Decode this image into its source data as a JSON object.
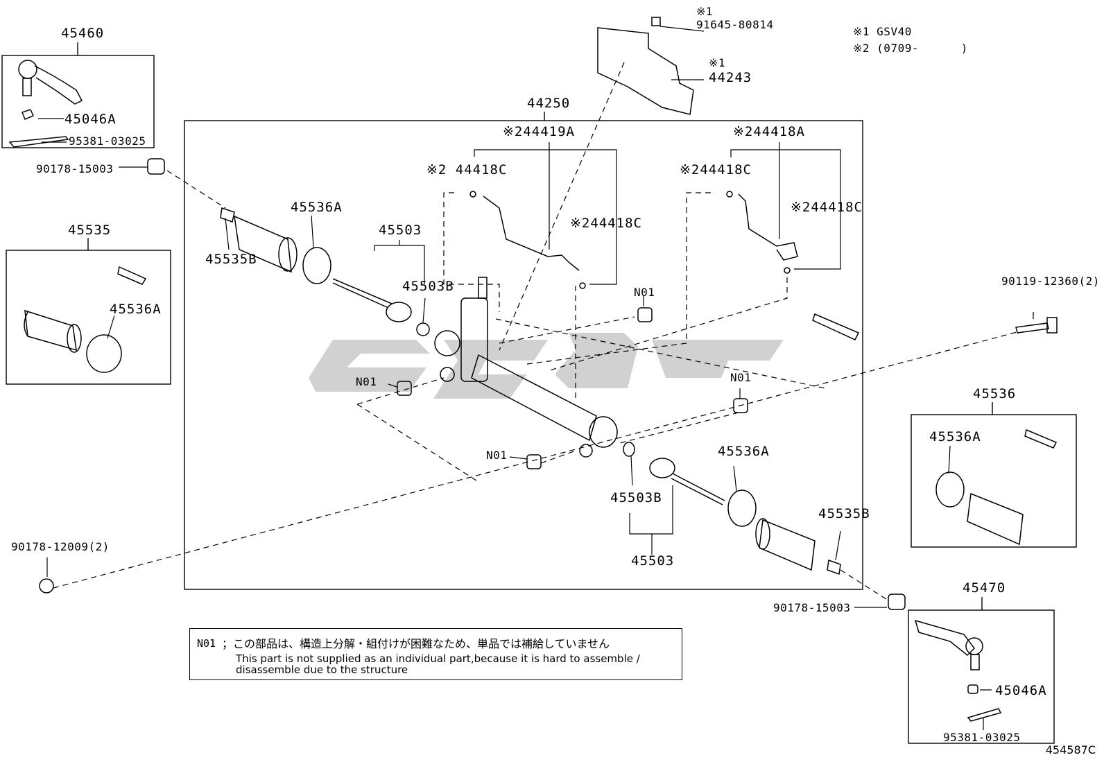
{
  "labels": {
    "p45460": "45460",
    "p45046A_top": "45046A",
    "p95381_top": "95381-03025",
    "p90178_15003_left": "90178-15003",
    "p45535": "45535",
    "p45536A_leftbox": "45536A",
    "p45535B_left": "45535B",
    "p45536A_left": "45536A",
    "p45503_left": "45503",
    "p45503B_left": "45503B",
    "p44250": "44250",
    "p244419A": "※244419A",
    "p244418C_a": "※2 44418C",
    "p244418C_b": "※244418C",
    "p244418A": "※244418A",
    "p244418C_c": "※244418C",
    "p244418C_d": "※244418C",
    "mark1_a": "※1",
    "p91645": "91645-80814",
    "mark1_b": "※1",
    "p44243": "44243",
    "note1": "※1 GSV40",
    "note2": "※2 (0709-      )",
    "p90119": "90119-12360(2)",
    "n01_a": "N01",
    "n01_b": "N01",
    "n01_c": "N01",
    "n01_d": "N01",
    "p45536": "45536",
    "p45536A_rightbox": "45536A",
    "p45536A_right": "45536A",
    "p45503B_right": "45503B",
    "p45503_right": "45503",
    "p45535B_right": "45535B",
    "p90178_12009": "90178-12009(2)",
    "p90178_15003_right": "90178-15003",
    "p45470": "45470",
    "p45046A_bottom": "45046A",
    "p95381_bottom": "95381-03025"
  },
  "note": {
    "code": "N01",
    "japanese": "；この部品は、構造上分解・組付けが困難なため、単品では補給していません",
    "english_line1": "This part is not supplied as an individual part,because it is hard to assemble /",
    "english_line2": "disassemble due to the structure"
  },
  "figure_number": "454587C",
  "watermark_color": "#c8c8c8"
}
